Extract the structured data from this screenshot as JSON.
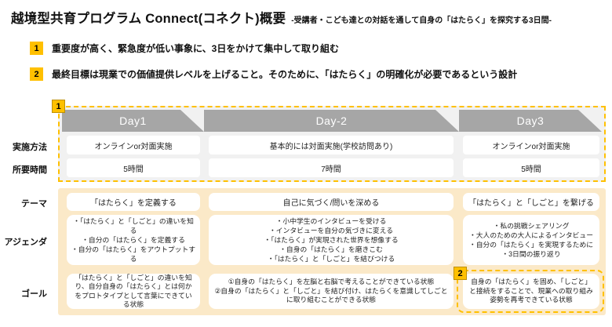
{
  "header": {
    "title": "越境型共育プログラム Connect(コネクト)概要",
    "subtitle": "-受講者・こども達との対話を通して自身の「はたらく」を探究する3日間-"
  },
  "points": [
    {
      "num": "1",
      "text": "重要度が高く、緊急度が低い事象に、3日をかけて集中して取り組む"
    },
    {
      "num": "2",
      "text": "最終目標は現業での価値提供レベルを上げること。そのために、「はたらく」の明確化が必要であるという設計"
    }
  ],
  "badges": {
    "table": "1",
    "goal": "2"
  },
  "table": {
    "row_labels": [
      "実施方法",
      "所要時間",
      "テーマ",
      "アジェンダ",
      "ゴール"
    ],
    "days": [
      "Day1",
      "Day-2",
      "Day3"
    ],
    "method": [
      "オンラインor対面実施",
      "基本的には対面実施(学校訪問あり)",
      "オンラインor対面実施"
    ],
    "duration": [
      "5時間",
      "7時間",
      "5時間"
    ],
    "theme": [
      "「はたらく」を定義する",
      "自己に気づく/問いを深める",
      "「はたらく」と「しごと」を繋げる"
    ],
    "agenda": [
      [
        "・「はたらく」と「しごと」の違いを知る",
        "・自分の「はたらく」を定義する",
        "・自分の「はたらく」をアウトプットする"
      ],
      [
        "・小中学生のインタビューを受ける",
        "・インタビューを自分の気づきに変える",
        "・「はたらく」が実現された世界を想像する",
        "・自身の「はたらく」を磨きこむ",
        "・「はたらく」と「しごと」を結びつける"
      ],
      [
        "・私の挑戦シェアリング",
        "・大人のための大人によるインタビュー",
        "・自分の「はたらく」を実現するために",
        "・3日間の振り返り"
      ]
    ],
    "goal": [
      "「はたらく」と「しごと」の違いを知り、自分自身の「はたらく」とは何かをプロトタイプとして言葉にできている状態",
      "①自身の「はたらく」を左脳と右脳で考えることができている状態\n②自身の「はたらく」と「しごと」を結び付け、はたらくを意識してしごとに取り組むことができる状態",
      "自身の「はたらく」を固め、「しごと」と接続をすることで、現業への取り組み姿勢を再考できている状態"
    ]
  },
  "colors": {
    "accent": "#FFC000",
    "banner_gray": "#A6A6A6",
    "top_section_bg": "#F1F1F1",
    "bottom_section_bg": "#FBE9C8"
  }
}
